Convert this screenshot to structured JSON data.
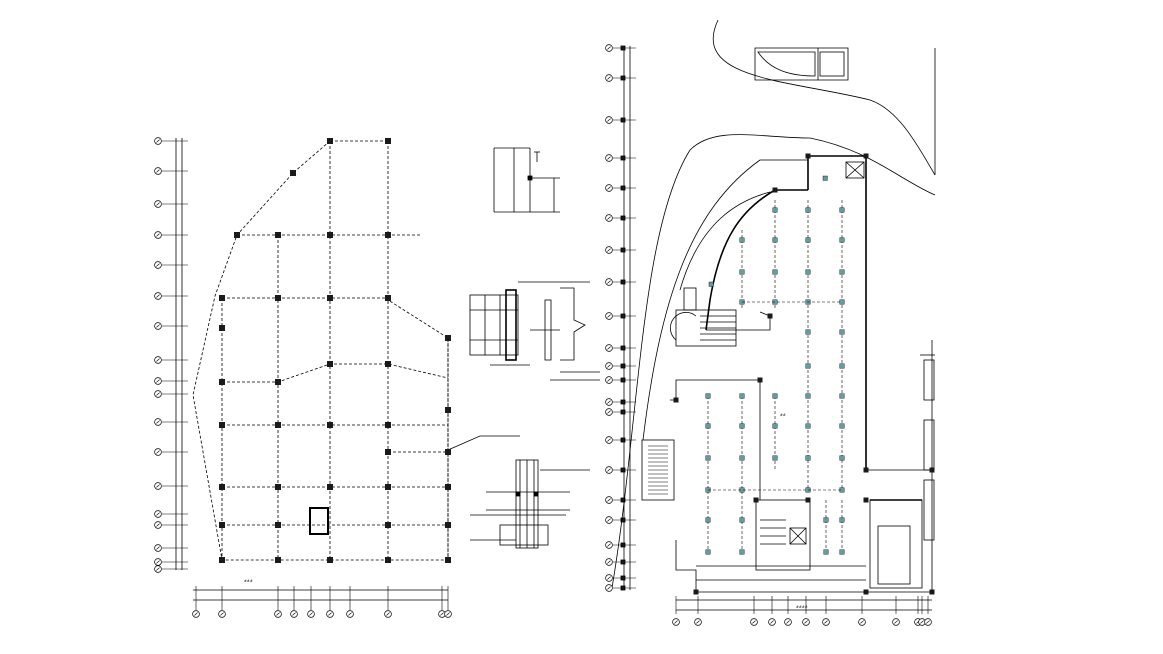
{
  "drawing": {
    "type": "cad-structural-plans",
    "left_plan": {
      "grid_bubble_rows": 23,
      "grid_bubble_cols": 11
    },
    "right_plan": {
      "grid_bubble_rows": 26,
      "grid_bubble_cols": 12
    },
    "colors": {
      "line": "#000000",
      "column": "#1a1a1a",
      "pile": "#5f9ea0",
      "background": "#ffffff"
    }
  }
}
